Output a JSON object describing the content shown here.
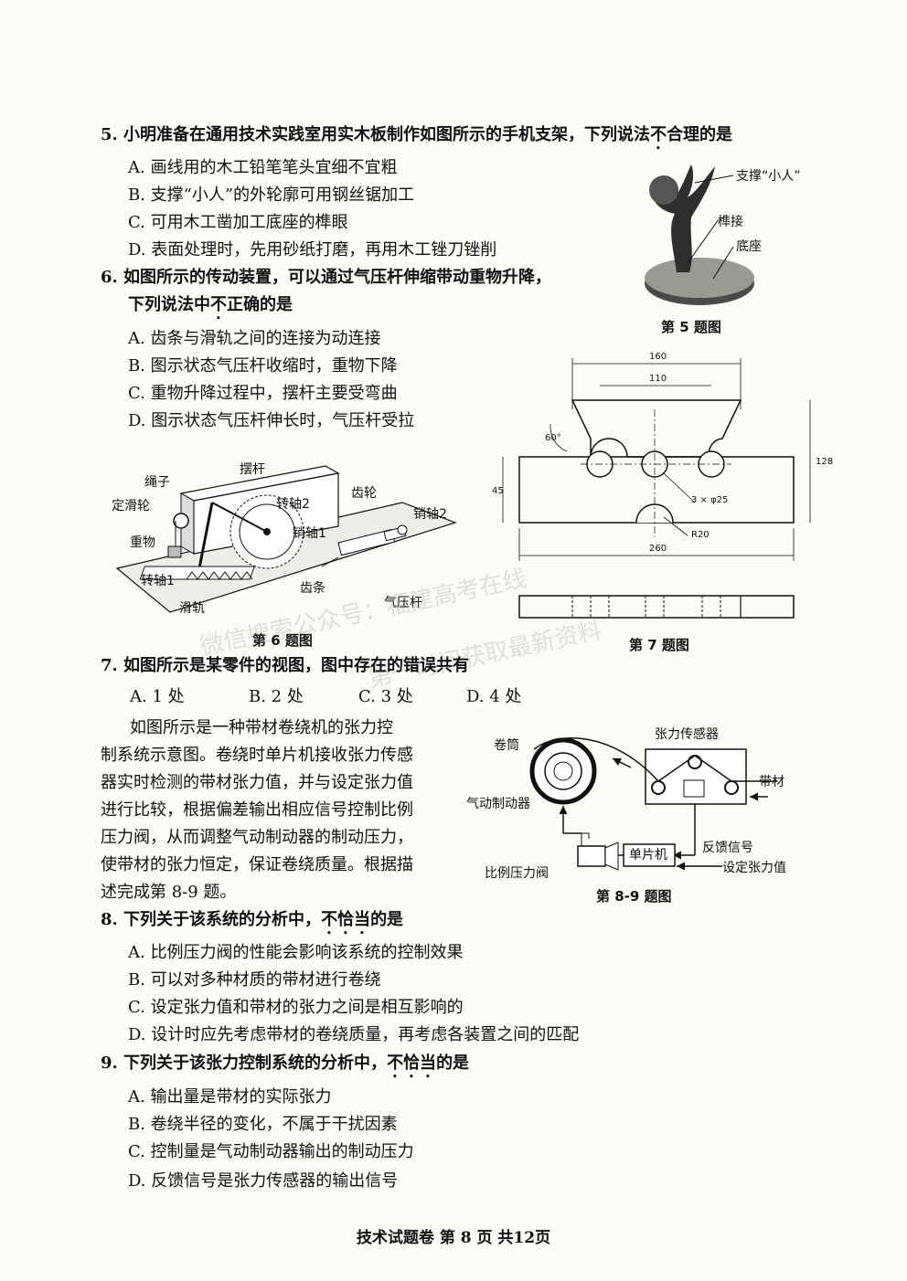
{
  "q5": {
    "stem_a": "5.  小明准备在通用技术实践室用实木板制作如图所示的手机支架，下列说法",
    "stem_emph": "不",
    "stem_b": "合理的是",
    "options": [
      "A.  画线用的木工铅笔笔头宜细不宜粗",
      "B.  支撑“小人”的外轮廓可用钢丝锯加工",
      "C.  可用木工凿加工底座的榫眼",
      "D.  表面处理时，先用砂纸打磨，再用木工锉刀锉削"
    ],
    "fig_labels": [
      "支撑“小人”",
      "榫接",
      "底座"
    ],
    "caption": "第 5 题图"
  },
  "q6": {
    "stem_line1": "6.  如图所示的传动装置，可以通过气压杆伸缩带动重物升降，",
    "stem_line2_a": "下列说法中",
    "stem_line2_emph": "不",
    "stem_line2_b": "正确的是",
    "options": [
      "A.  齿条与滑轨之间的连接为动连接",
      "B.  图示状态气压杆收缩时，重物下降",
      "C.  重物升降过程中，摆杆主要受弯曲",
      "D.  图示状态气压杆伸长时，气压杆受拉"
    ],
    "fig_labels": [
      "绳子",
      "定滑轮",
      "重物",
      "转轴1",
      "滑轨",
      "摆杆",
      "转轴2",
      "齿轮",
      "销轴1",
      "销轴2",
      "齿条",
      "气压杆"
    ],
    "caption": "第 6 题图"
  },
  "q7": {
    "stem": "7.  如图所示是某零件的视图，图中存在的错误共有",
    "options": [
      "A.  1 处",
      "B.  2 处",
      "C.  3 处",
      "D.  4 处"
    ],
    "dims": [
      "160",
      "110",
      "60°",
      "45",
      "128",
      "3 × φ25",
      "R20",
      "260"
    ],
    "caption": "第 7 题图"
  },
  "q89_intro": [
    "如图所示是一种带材卷绕机的张力控",
    "制系统示意图。卷绕时单片机接收张力传感",
    "器实时检测的带材张力值，并与设定张力值",
    "进行比较，根据偏差输出相应信号控制比例",
    "压力阀，从而调整气动制动器的制动压力，",
    "使带材的张力恒定，保证卷绕质量。根据描",
    "述完成第 8-9 题。"
  ],
  "fig89": {
    "labels": [
      "卷筒",
      "张力传感器",
      "带材",
      "气动制动器",
      "反馈信号",
      "单片机",
      "设定张力值",
      "比例压力阀"
    ],
    "caption": "第 8-9 题图"
  },
  "q8": {
    "stem_a": "8.  下列关于该系统的分析中，",
    "stem_emph": "不恰当",
    "stem_b": "的是",
    "options": [
      "A.  比例压力阀的性能会影响该系统的控制效果",
      "B.  可以对多种材质的带材进行卷绕",
      "C.  设定张力值和带材的张力之间是相互影响的",
      "D.  设计时应先考虑带材的卷绕质量，再考虑各装置之间的匹配"
    ]
  },
  "q9": {
    "stem_a": "9.  下列关于该张力控制系统的分析中，",
    "stem_emph": "不恰当",
    "stem_b": "的是",
    "options": [
      "A.  输出量是带材的实际张力",
      "B.  卷绕半径的变化，不属于干扰因素",
      "C.  控制量是气动制动器输出的制动压力",
      "D.  反馈信号是张力传感器的输出信号"
    ]
  },
  "watermark": [
    "微信搜索公众号：福建高考在线",
    "第一时间获取最新资料"
  ],
  "footer": "技术试题卷  第 8 页  共12页"
}
